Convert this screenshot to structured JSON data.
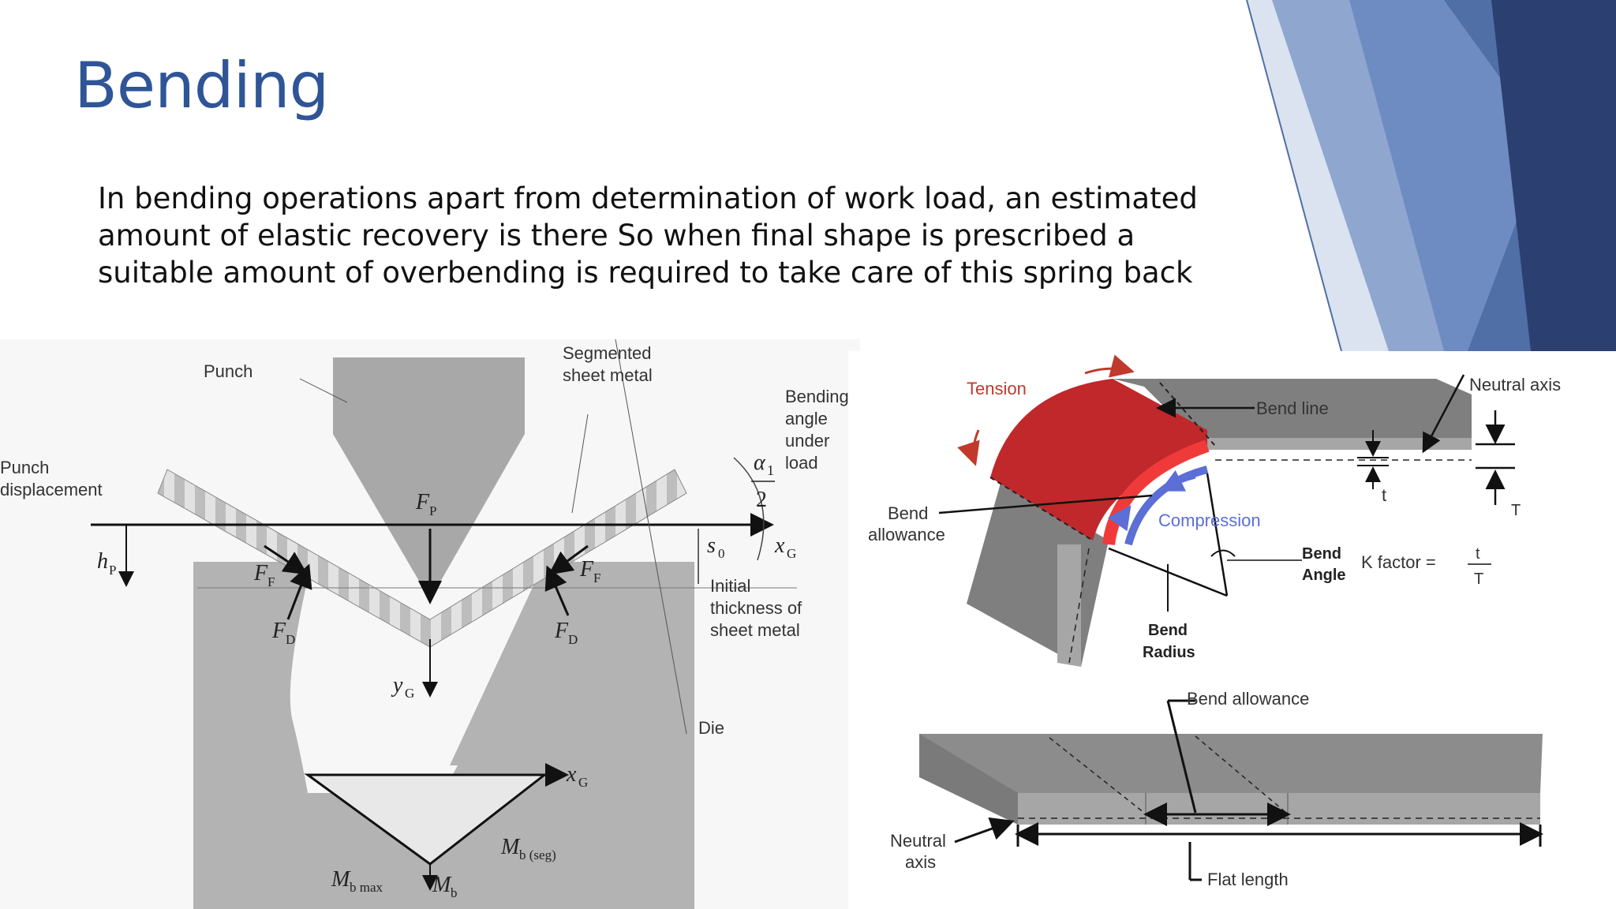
{
  "slide": {
    "title": "Bending",
    "body": "In bending operations apart from determination of work load, an estimated amount of elastic recovery is there So when final shape is prescribed a suitable amount of overbending is required to take care of this spring back"
  },
  "left_diagram": {
    "punch": "Punch",
    "segmented_line1": "Segmented",
    "segmented_line2": "sheet metal",
    "bending_angle_lines": [
      "Bending",
      "angle",
      "under",
      "load"
    ],
    "punch_disp_line1": "Punch",
    "punch_disp_line2": "displacement",
    "alpha": "α",
    "alpha_sub": "1",
    "two": "2",
    "fp": "F",
    "fp_sub": "P",
    "hp": "h",
    "hp_sub": "P",
    "ff": "F",
    "ff_sub": "F",
    "fd": "F",
    "fd_sub": "D",
    "s0": "s",
    "s0_sub": "0",
    "xg": "x",
    "xg_sub": "G",
    "yg": "y",
    "yg_sub": "G",
    "initial_lines": [
      "Initial",
      "thickness of",
      "sheet metal"
    ],
    "die": "Die",
    "mb": "M",
    "mb_sub": "b",
    "mbmax_sub": "b max",
    "mbseg_sub": "b (seg)"
  },
  "right_diagram": {
    "tension": "Tension",
    "bend_line": "Bend line",
    "neutral_axis": "Neutral axis",
    "t_small": "t",
    "t_big": "T",
    "bend_allowance_line1": "Bend",
    "bend_allowance_line2": "allowance",
    "compression": "Compression",
    "bend_angle_line1": "Bend",
    "bend_angle_line2": "Angle",
    "kfactor": "K factor =",
    "k_num": "t",
    "k_den": "T",
    "bend_radius_line1": "Bend",
    "bend_radius_line2": "Radius",
    "bend_allowance": "Bend allowance",
    "neutral_line1": "Neutral",
    "neutral_line2": "axis",
    "flat_length": "Flat length"
  },
  "colors": {
    "title": "#2f5597",
    "tension": "#c0392b",
    "compression": "#5b6fd6",
    "metal": "#8a8a8a",
    "die": "#b3b3b3",
    "deco_dark": "#2b4070",
    "deco_mid": "#4f6fa6",
    "deco_light": "#8fa6cf"
  }
}
